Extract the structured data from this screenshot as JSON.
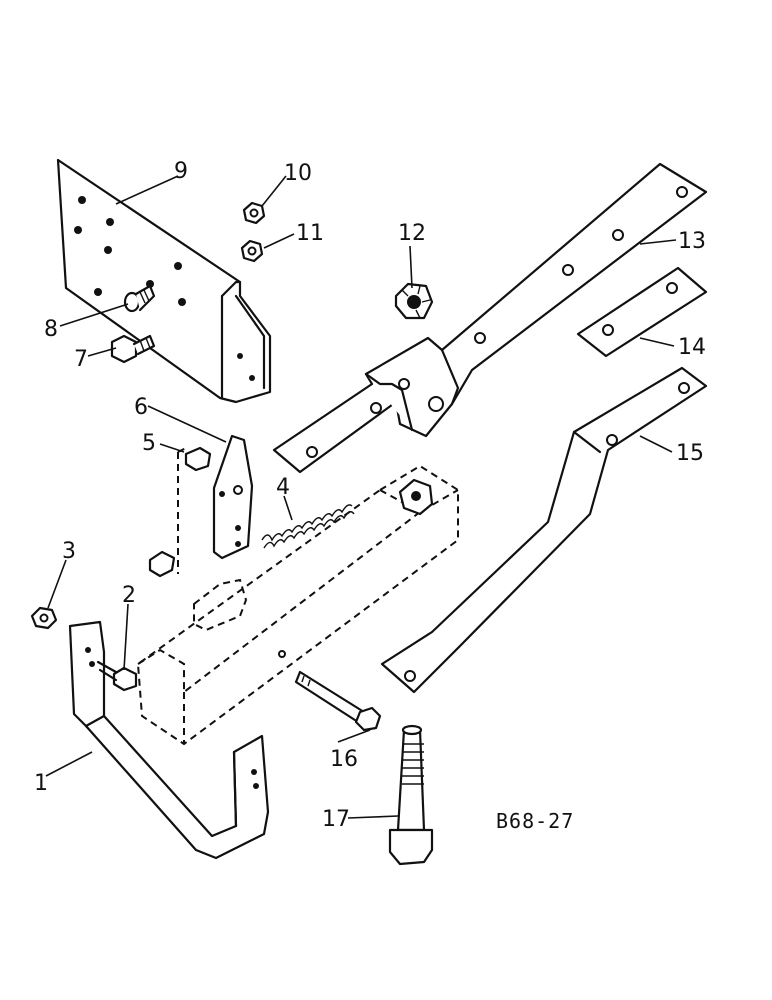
{
  "figure_id": "B68-27",
  "callouts": {
    "c1": "1",
    "c2": "2",
    "c3": "3",
    "c4": "4",
    "c5": "5",
    "c6": "6",
    "c7": "7",
    "c8": "8",
    "c9": "9",
    "c10": "10",
    "c11": "11",
    "c12": "12",
    "c13": "13",
    "c14": "14",
    "c15": "15",
    "c16": "16",
    "c17": "17"
  }
}
